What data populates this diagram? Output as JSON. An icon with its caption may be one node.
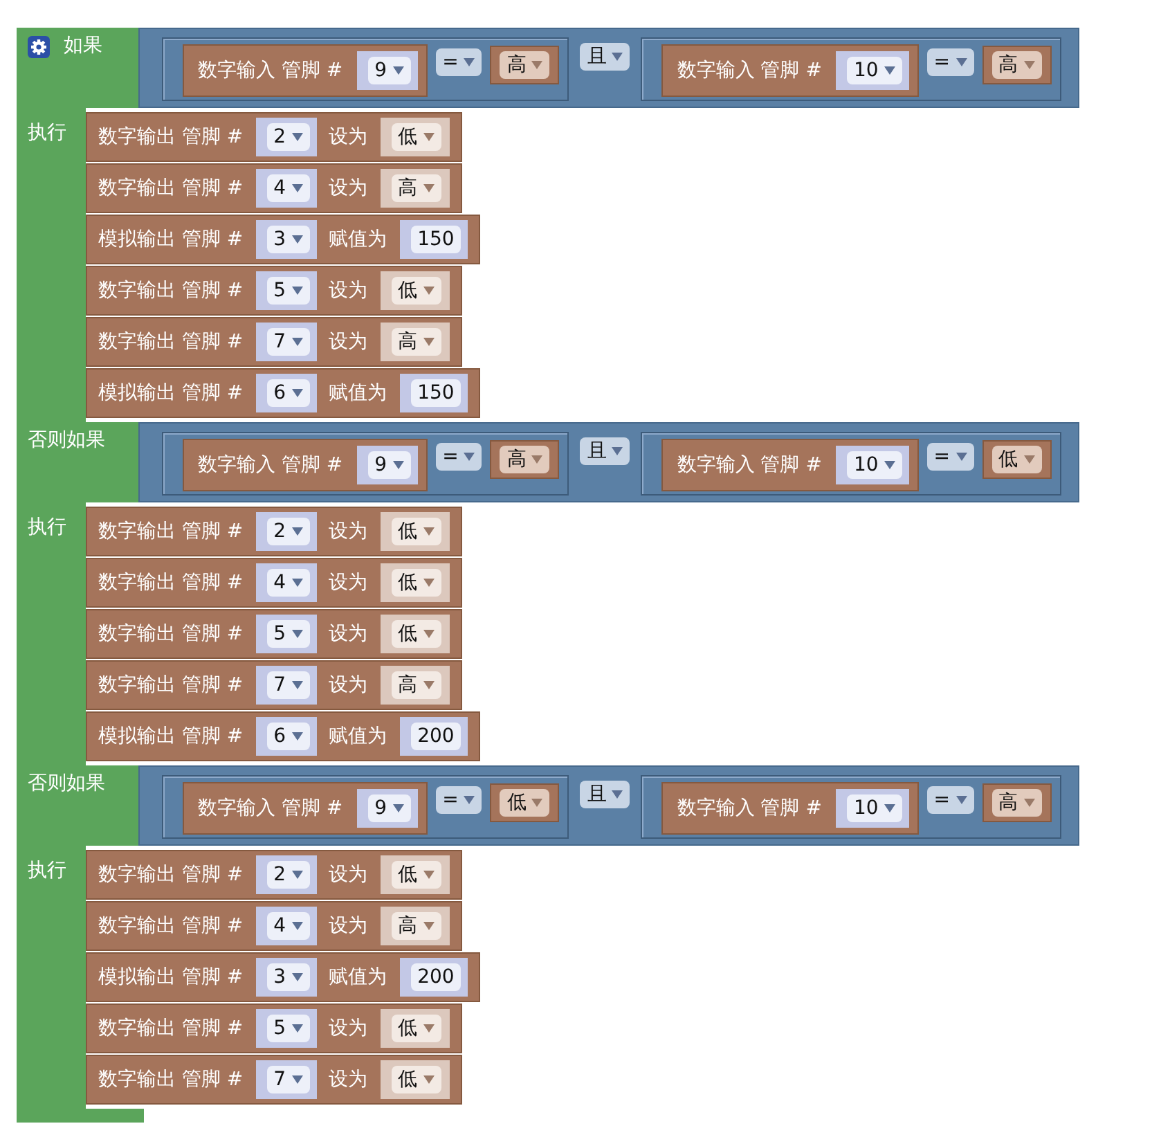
{
  "diagram": {
    "nodes": [
      {
        "text": [
          "如果",
          "执行",
          "否则如果",
          "执行",
          "否则如果",
          "执行"
        ]
      },
      {
        "text": [
          "且"
        ]
      },
      {
        "text": [
          "="
        ],
        "in": 1
      },
      {
        "text": [
          "数字输入 管脚 #"
        ],
        "in": 2
      },
      {
        "text": [
          "9"
        ],
        "in": 3
      },
      {
        "text": [
          "高"
        ],
        "in": 2
      },
      {
        "text": [
          "="
        ],
        "in": 1
      },
      {
        "text": [
          "数字输入 管脚 #"
        ],
        "in": 6
      },
      {
        "text": [
          "10"
        ],
        "in": 7
      },
      {
        "text": [
          "高"
        ],
        "in": 6
      },
      {
        "text": [
          "数字输出 管脚 #",
          "设为"
        ]
      },
      {
        "text": [
          "2"
        ],
        "in": 10
      },
      {
        "text": [
          "低"
        ],
        "in": 10
      },
      {
        "text": [
          "数字输出 管脚 #",
          "设为"
        ]
      },
      {
        "text": [
          "4"
        ],
        "in": 13
      },
      {
        "text": [
          "高"
        ],
        "in": 13
      },
      {
        "text": [
          "模拟输出 管脚 #",
          "赋值为"
        ]
      },
      {
        "text": [
          "3"
        ],
        "in": 16
      },
      {
        "text": [
          "150"
        ],
        "in": 16
      },
      {
        "text": [
          "数字输出 管脚 #",
          "设为"
        ]
      },
      {
        "text": [
          "5"
        ],
        "in": 19
      },
      {
        "text": [
          "低"
        ],
        "in": 19
      },
      {
        "text": [
          "数字输出 管脚 #",
          "设为"
        ]
      },
      {
        "text": [
          "7"
        ],
        "in": 22
      },
      {
        "text": [
          "高"
        ],
        "in": 22
      },
      {
        "text": [
          "模拟输出 管脚 #",
          "赋值为"
        ]
      },
      {
        "text": [
          "6"
        ],
        "in": 25
      },
      {
        "text": [
          "150"
        ],
        "in": 25
      },
      {
        "text": [
          "且"
        ]
      },
      {
        "text": [
          "="
        ],
        "in": 28
      },
      {
        "text": [
          "数字输入 管脚 #"
        ],
        "in": 29
      },
      {
        "text": [
          "9"
        ],
        "in": 30
      },
      {
        "text": [
          "高"
        ],
        "in": 29
      },
      {
        "text": [
          "="
        ],
        "in": 28
      },
      {
        "text": [
          "数字输入 管脚 #"
        ],
        "in": 33
      },
      {
        "text": [
          "10"
        ],
        "in": 34
      },
      {
        "text": [
          "低"
        ],
        "in": 33
      },
      {
        "text": [
          "数字输出 管脚 #",
          "设为"
        ]
      },
      {
        "text": [
          "2"
        ],
        "in": 37
      },
      {
        "text": [
          "低"
        ],
        "in": 37
      },
      {
        "text": [
          "数字输出 管脚 #",
          "设为"
        ]
      },
      {
        "text": [
          "4"
        ],
        "in": 40
      },
      {
        "text": [
          "低"
        ],
        "in": 40
      },
      {
        "text": [
          "数字输出 管脚 #",
          "设为"
        ]
      },
      {
        "text": [
          "5"
        ],
        "in": 43
      },
      {
        "text": [
          "低"
        ],
        "in": 43
      },
      {
        "text": [
          "数字输出 管脚 #",
          "设为"
        ]
      },
      {
        "text": [
          "7"
        ],
        "in": 46
      },
      {
        "text": [
          "高"
        ],
        "in": 46
      },
      {
        "text": [
          "模拟输出 管脚 #",
          "赋值为"
        ]
      },
      {
        "text": [
          "6"
        ],
        "in": 49
      },
      {
        "text": [
          "200"
        ],
        "in": 49
      },
      {
        "text": [
          "且"
        ]
      },
      {
        "text": [
          "="
        ],
        "in": 52
      },
      {
        "text": [
          "数字输入 管脚 #"
        ],
        "in": 53
      },
      {
        "text": [
          "9"
        ],
        "in": 54
      },
      {
        "text": [
          "低"
        ],
        "in": 53
      },
      {
        "text": [
          "="
        ],
        "in": 52
      },
      {
        "text": [
          "数字输入 管脚 #"
        ],
        "in": 57
      },
      {
        "text": [
          "10"
        ],
        "in": 58
      },
      {
        "text": [
          "高"
        ],
        "in": 57
      },
      {
        "text": [
          "数字输出 管脚 #",
          "设为"
        ]
      },
      {
        "text": [
          "2"
        ],
        "in": 61
      },
      {
        "text": [
          "低"
        ],
        "in": 61
      },
      {
        "text": [
          "数字输出 管脚 #",
          "设为"
        ]
      },
      {
        "text": [
          "4"
        ],
        "in": 64
      },
      {
        "text": [
          "高"
        ],
        "in": 64
      },
      {
        "text": [
          "模拟输出 管脚 #",
          "赋值为"
        ]
      },
      {
        "text": [
          "3"
        ],
        "in": 67
      },
      {
        "text": [
          "200"
        ],
        "in": 67
      },
      {
        "text": [
          "数字输出 管脚 #",
          "设为"
        ]
      },
      {
        "text": [
          "5"
        ],
        "in": 70
      },
      {
        "text": [
          "低"
        ],
        "in": 70
      },
      {
        "text": [
          "数字输出 管脚 #",
          "设为"
        ]
      },
      {
        "text": [
          "7"
        ],
        "in": 73
      },
      {
        "text": [
          "低"
        ],
        "in": 73
      }
    ]
  }
}
